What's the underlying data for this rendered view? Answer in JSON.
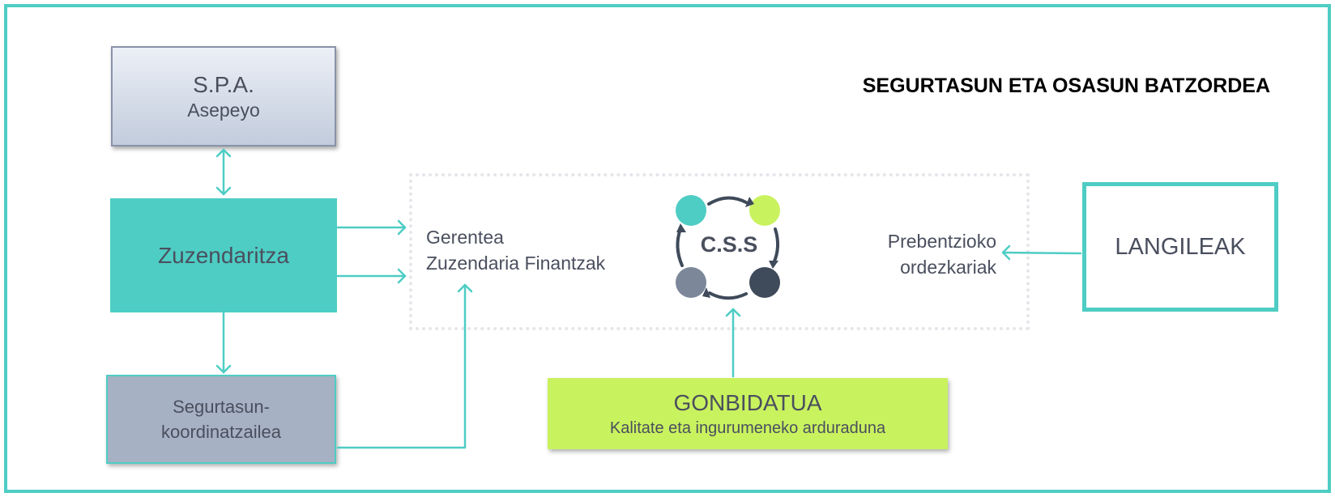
{
  "title": "SEGURTASUN ETA OSASUN BATZORDEA",
  "spa": {
    "line1": "S.P.A.",
    "line2": "Asepeyo"
  },
  "zuzendaritza": "Zuzendaritza",
  "segurtasun": {
    "line1": "Segurtasun-",
    "line2": "koordinatzailea"
  },
  "gerentea": {
    "line1": "Gerentea",
    "line2": "Zuzendaria Finantzak"
  },
  "css": "C.S.S",
  "prebentzioko": {
    "line1": "Prebentzioko",
    "line2": "ordezkariak"
  },
  "langileak": "LANGILEAK",
  "gonbidatua": {
    "line1": "GONBIDATUA",
    "line2": "Kalitate eta ingurumeneko arduraduna"
  },
  "colors": {
    "accent": "#4ecdc4",
    "lime": "#c9f25f",
    "slate": "#a6b1c3",
    "dark": "#3f4a5a",
    "gray": "#7c879a",
    "text": "#4a4f5e"
  }
}
